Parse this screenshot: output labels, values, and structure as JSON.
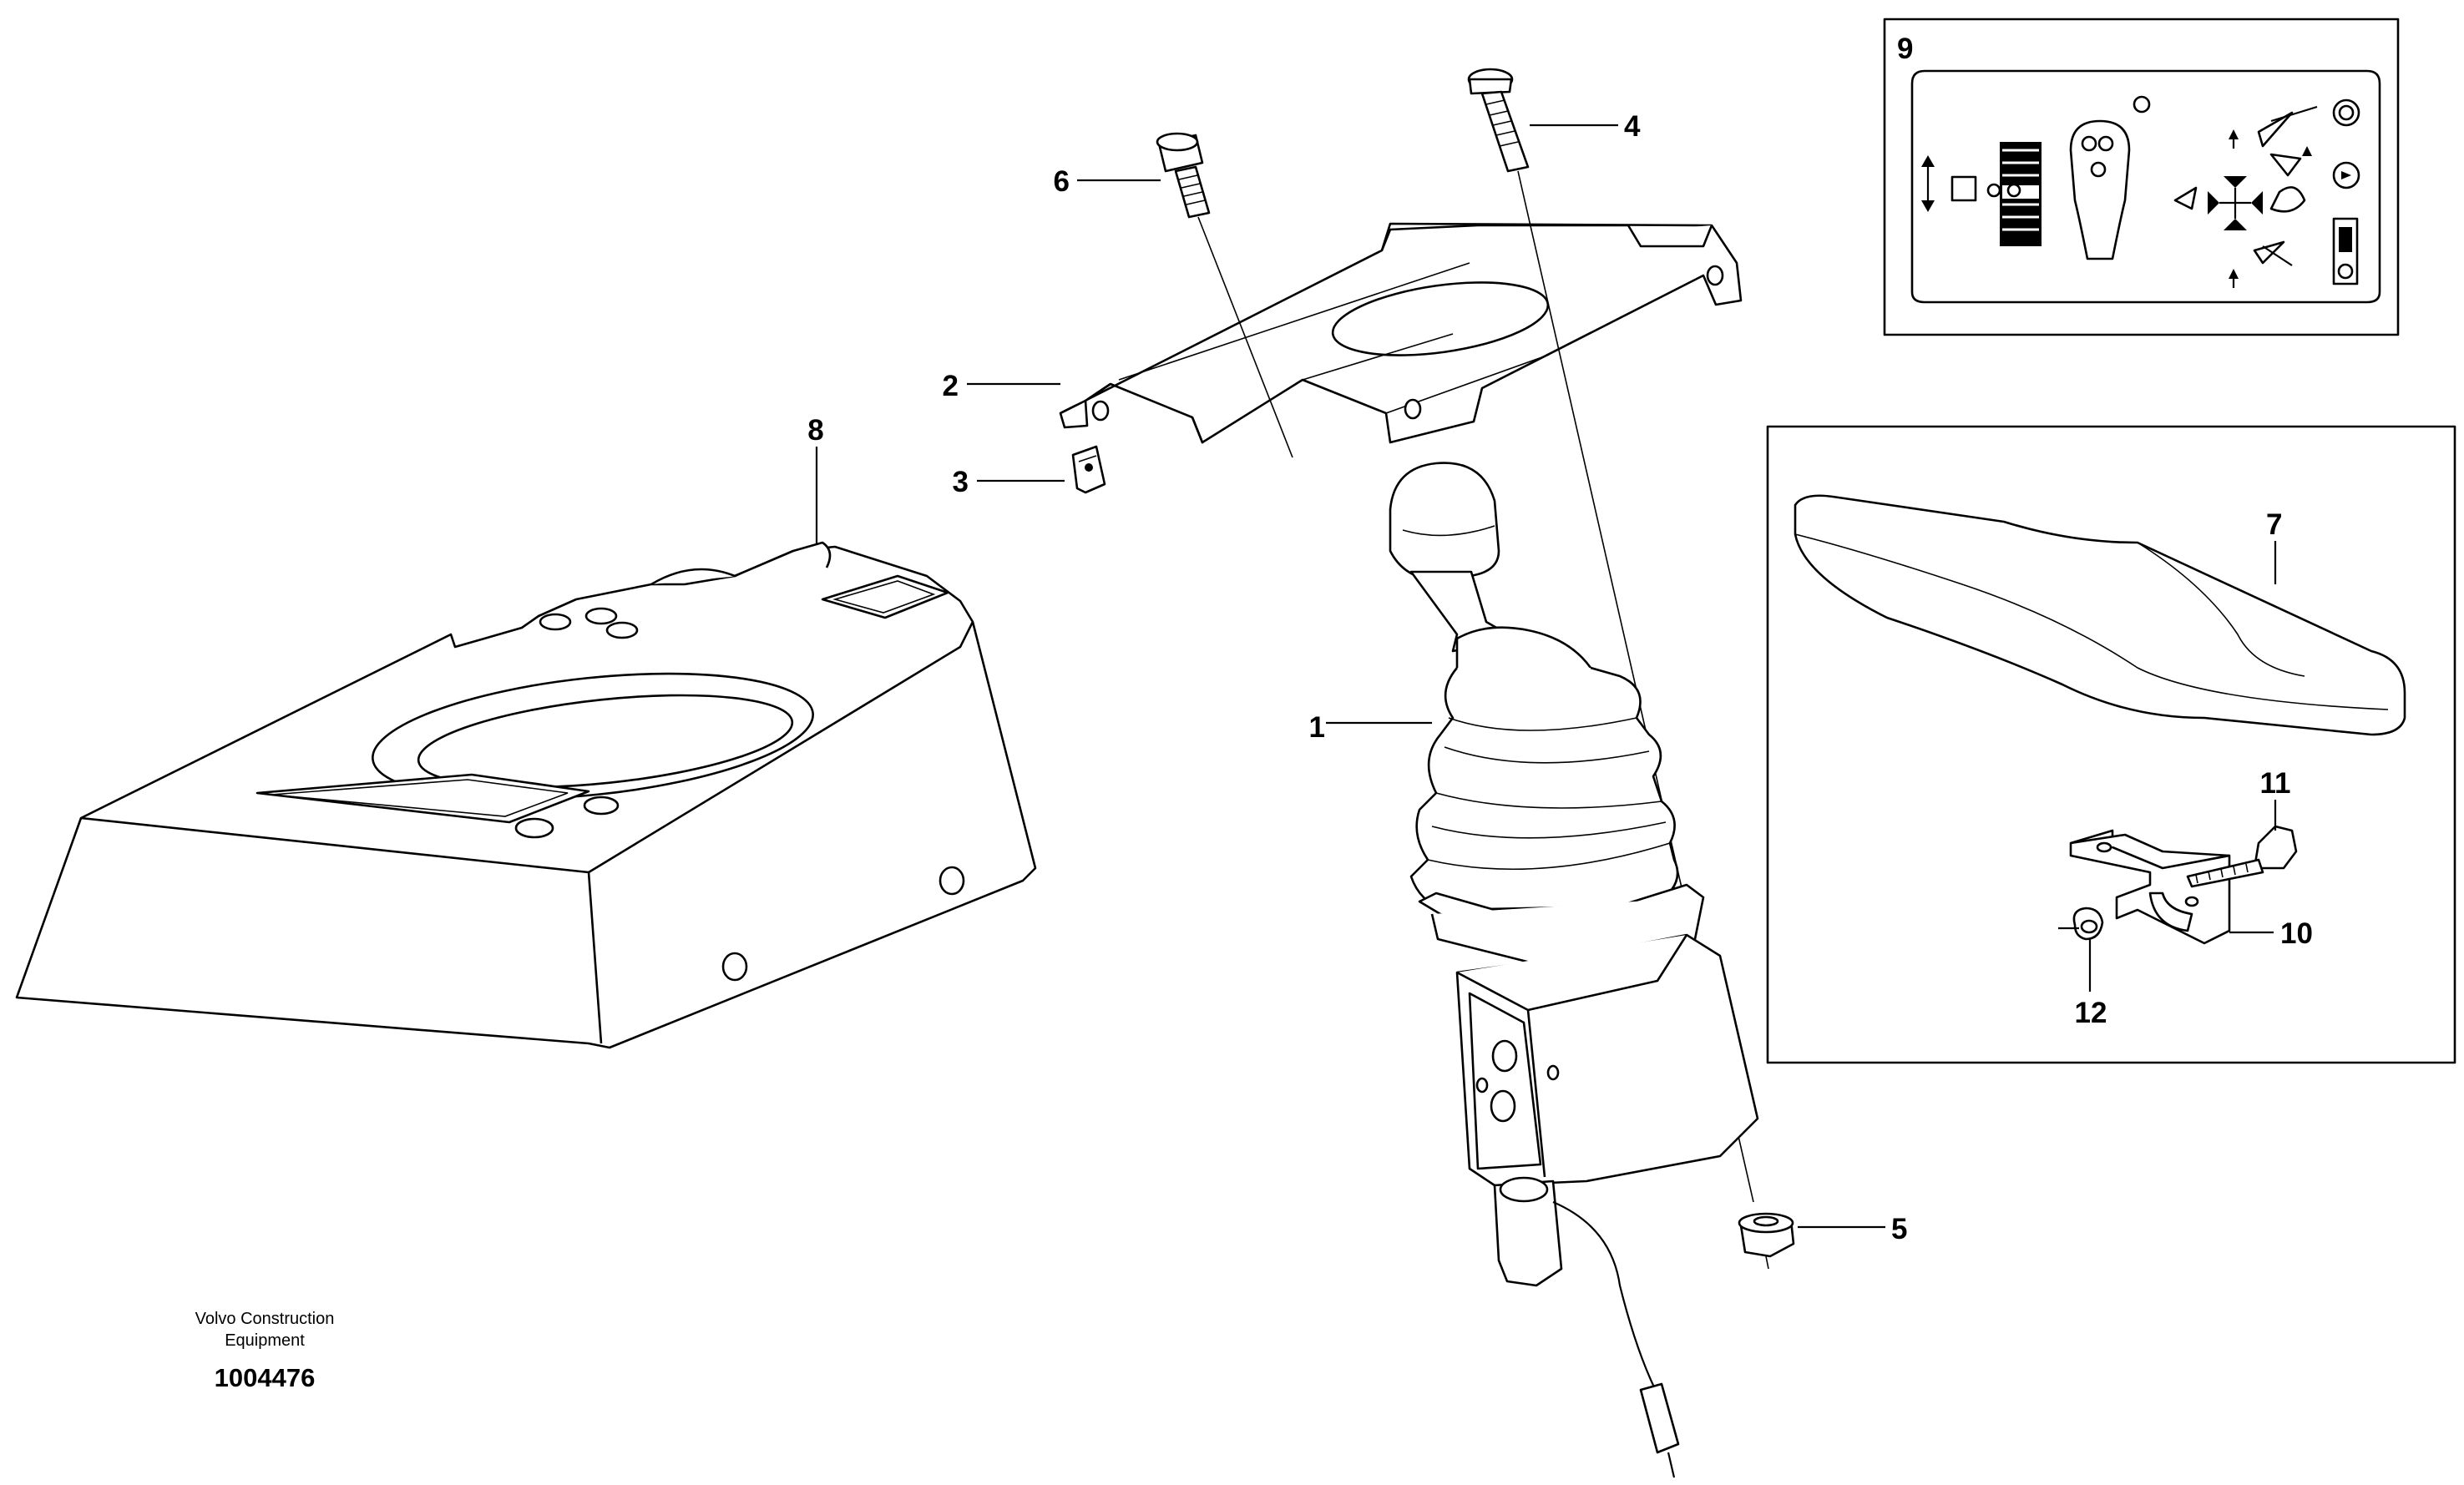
{
  "callouts": {
    "c1": "1",
    "c2": "2",
    "c3": "3",
    "c4": "4",
    "c5": "5",
    "c6": "6",
    "c7": "7",
    "c8": "8",
    "c9": "9",
    "c10": "10",
    "c11": "11",
    "c12": "12"
  },
  "credit": {
    "line1": "Volvo Construction",
    "line2": "Equipment",
    "drawing_number": "1004476"
  }
}
